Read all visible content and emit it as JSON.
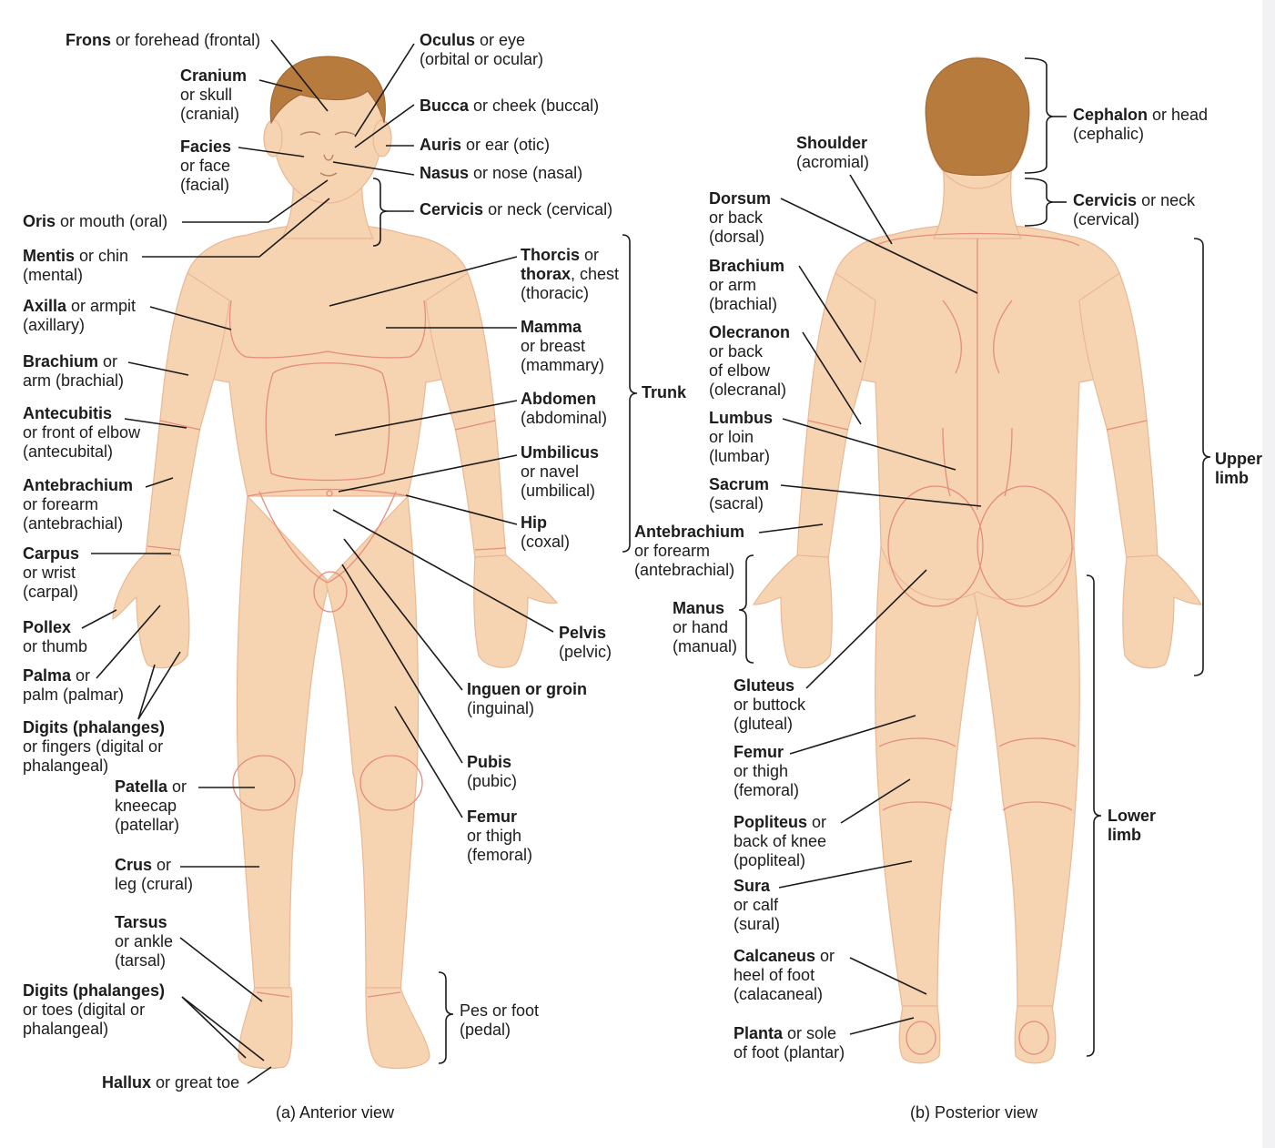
{
  "colors": {
    "skin": "#f6d3b1",
    "skin_dark": "#efc39d",
    "skin_line": "#e58d7c",
    "hair": "#b87b3e",
    "leader": "#1a1a1a",
    "text": "#1c1c1c"
  },
  "captions": {
    "anterior": "(a) Anterior view",
    "posterior": "(b) Posterior view"
  },
  "anterior_labels": [
    {
      "id": "frons",
      "lines": [
        {
          "b": "Frons",
          "t": " or forehead (frontal)"
        }
      ]
    },
    {
      "id": "cranium",
      "lines": [
        {
          "b": "Cranium",
          "t": ""
        },
        {
          "b": "",
          "t": "or skull"
        },
        {
          "b": "",
          "t": "(cranial)"
        }
      ]
    },
    {
      "id": "facies",
      "lines": [
        {
          "b": "Facies",
          "t": ""
        },
        {
          "b": "",
          "t": "or face"
        },
        {
          "b": "",
          "t": "(facial)"
        }
      ]
    },
    {
      "id": "oris",
      "lines": [
        {
          "b": "Oris",
          "t": " or mouth (oral)"
        }
      ]
    },
    {
      "id": "mentis",
      "lines": [
        {
          "b": "Mentis",
          "t": " or chin"
        },
        {
          "b": "",
          "t": "(mental)"
        }
      ]
    },
    {
      "id": "axilla",
      "lines": [
        {
          "b": "Axilla",
          "t": " or armpit"
        },
        {
          "b": "",
          "t": "(axillary)"
        }
      ]
    },
    {
      "id": "brachium-a",
      "lines": [
        {
          "b": "Brachium",
          "t": " or"
        },
        {
          "b": "",
          "t": "arm (brachial)"
        }
      ]
    },
    {
      "id": "antecubitis",
      "lines": [
        {
          "b": "Antecubitis",
          "t": ""
        },
        {
          "b": "",
          "t": "or front of elbow"
        },
        {
          "b": "",
          "t": "(antecubital)"
        }
      ]
    },
    {
      "id": "antebrachium-a",
      "lines": [
        {
          "b": "Antebrachium",
          "t": ""
        },
        {
          "b": "",
          "t": "or forearm"
        },
        {
          "b": "",
          "t": "(antebrachial)"
        }
      ]
    },
    {
      "id": "carpus",
      "lines": [
        {
          "b": "Carpus",
          "t": ""
        },
        {
          "b": "",
          "t": "or wrist"
        },
        {
          "b": "",
          "t": "(carpal)"
        }
      ]
    },
    {
      "id": "pollex",
      "lines": [
        {
          "b": "Pollex",
          "t": ""
        },
        {
          "b": "",
          "t": "or thumb"
        }
      ]
    },
    {
      "id": "palma",
      "lines": [
        {
          "b": "Palma",
          "t": " or"
        },
        {
          "b": "",
          "t": "palm (palmar)"
        }
      ]
    },
    {
      "id": "digits-fingers",
      "lines": [
        {
          "b": "Digits (phalanges)",
          "t": ""
        },
        {
          "b": "",
          "t": "or fingers (digital or"
        },
        {
          "b": "",
          "t": "phalangeal)"
        }
      ]
    },
    {
      "id": "patella",
      "lines": [
        {
          "b": "Patella",
          "t": " or"
        },
        {
          "b": "",
          "t": "kneecap"
        },
        {
          "b": "",
          "t": "(patellar)"
        }
      ]
    },
    {
      "id": "crus",
      "lines": [
        {
          "b": "Crus",
          "t": " or"
        },
        {
          "b": "",
          "t": "leg (crural)"
        }
      ]
    },
    {
      "id": "tarsus",
      "lines": [
        {
          "b": "Tarsus",
          "t": ""
        },
        {
          "b": "",
          "t": "or ankle"
        },
        {
          "b": "",
          "t": "(tarsal)"
        }
      ]
    },
    {
      "id": "digits-toes",
      "lines": [
        {
          "b": "Digits (phalanges)",
          "t": ""
        },
        {
          "b": "",
          "t": "or toes (digital or"
        },
        {
          "b": "",
          "t": "phalangeal)"
        }
      ]
    },
    {
      "id": "hallux",
      "lines": [
        {
          "b": "Hallux",
          "t": " or great toe"
        }
      ]
    },
    {
      "id": "oculus",
      "lines": [
        {
          "b": "Oculus",
          "t": " or eye"
        },
        {
          "b": "",
          "t": "(orbital or ocular)"
        }
      ]
    },
    {
      "id": "bucca",
      "lines": [
        {
          "b": "Bucca",
          "t": " or cheek (buccal)"
        }
      ]
    },
    {
      "id": "auris",
      "lines": [
        {
          "b": "Auris",
          "t": " or ear (otic)"
        }
      ]
    },
    {
      "id": "nasus",
      "lines": [
        {
          "b": "Nasus",
          "t": " or nose (nasal)"
        }
      ]
    },
    {
      "id": "cervicis-a",
      "lines": [
        {
          "b": "Cervicis",
          "t": " or neck (cervical)"
        }
      ]
    },
    {
      "id": "thorcis",
      "lines": [
        {
          "b": "Thorcis",
          "t": " or"
        },
        {
          "b": "thorax",
          "t": ", chest"
        },
        {
          "b": "",
          "t": "(thoracic)"
        }
      ]
    },
    {
      "id": "mamma",
      "lines": [
        {
          "b": "Mamma",
          "t": ""
        },
        {
          "b": "",
          "t": "or breast"
        },
        {
          "b": "",
          "t": "(mammary)"
        }
      ]
    },
    {
      "id": "trunk",
      "lines": [
        {
          "b": "Trunk",
          "t": ""
        }
      ]
    },
    {
      "id": "abdomen",
      "lines": [
        {
          "b": "Abdomen",
          "t": ""
        },
        {
          "b": "",
          "t": "(abdominal)"
        }
      ]
    },
    {
      "id": "umbilicus",
      "lines": [
        {
          "b": "Umbilicus",
          "t": ""
        },
        {
          "b": "",
          "t": "or navel"
        },
        {
          "b": "",
          "t": "(umbilical)"
        }
      ]
    },
    {
      "id": "hip",
      "lines": [
        {
          "b": "Hip",
          "t": ""
        },
        {
          "b": "",
          "t": "(coxal)"
        }
      ]
    },
    {
      "id": "pelvis",
      "lines": [
        {
          "b": "Pelvis",
          "t": ""
        },
        {
          "b": "",
          "t": "(pelvic)"
        }
      ]
    },
    {
      "id": "inguen",
      "lines": [
        {
          "b": "Inguen or groin",
          "t": ""
        },
        {
          "b": "",
          "t": "(inguinal)"
        }
      ]
    },
    {
      "id": "pubis",
      "lines": [
        {
          "b": "Pubis",
          "t": ""
        },
        {
          "b": "",
          "t": "(pubic)"
        }
      ]
    },
    {
      "id": "femur-a",
      "lines": [
        {
          "b": "Femur",
          "t": ""
        },
        {
          "b": "",
          "t": "or thigh"
        },
        {
          "b": "",
          "t": "(femoral)"
        }
      ]
    },
    {
      "id": "pes",
      "lines": [
        {
          "b": "",
          "t": "Pes or foot"
        },
        {
          "b": "",
          "t": "(pedal)"
        }
      ]
    }
  ],
  "posterior_labels": [
    {
      "id": "shoulder",
      "lines": [
        {
          "b": "Shoulder",
          "t": ""
        },
        {
          "b": "",
          "t": "(acromial)"
        }
      ]
    },
    {
      "id": "cephalon",
      "lines": [
        {
          "b": "Cephalon",
          "t": " or head"
        },
        {
          "b": "",
          "t": "(cephalic)"
        }
      ]
    },
    {
      "id": "cervicis-p",
      "lines": [
        {
          "b": "Cervicis",
          "t": " or neck"
        },
        {
          "b": "",
          "t": "(cervical)"
        }
      ]
    },
    {
      "id": "dorsum",
      "lines": [
        {
          "b": "Dorsum",
          "t": ""
        },
        {
          "b": "",
          "t": "or back"
        },
        {
          "b": "",
          "t": "(dorsal)"
        }
      ]
    },
    {
      "id": "brachium-p",
      "lines": [
        {
          "b": "Brachium",
          "t": ""
        },
        {
          "b": "",
          "t": "or arm"
        },
        {
          "b": "",
          "t": "(brachial)"
        }
      ]
    },
    {
      "id": "olecranon",
      "lines": [
        {
          "b": "Olecranon",
          "t": ""
        },
        {
          "b": "",
          "t": "or back"
        },
        {
          "b": "",
          "t": "of elbow"
        },
        {
          "b": "",
          "t": "(olecranal)"
        }
      ]
    },
    {
      "id": "lumbus",
      "lines": [
        {
          "b": "Lumbus",
          "t": ""
        },
        {
          "b": "",
          "t": "or loin"
        },
        {
          "b": "",
          "t": "(lumbar)"
        }
      ]
    },
    {
      "id": "sacrum",
      "lines": [
        {
          "b": "Sacrum",
          "t": ""
        },
        {
          "b": "",
          "t": "(sacral)"
        }
      ]
    },
    {
      "id": "antebrachium-p",
      "lines": [
        {
          "b": "Antebrachium",
          "t": ""
        },
        {
          "b": "",
          "t": "or forearm"
        },
        {
          "b": "",
          "t": "(antebrachial)"
        }
      ]
    },
    {
      "id": "manus",
      "lines": [
        {
          "b": "Manus",
          "t": ""
        },
        {
          "b": "",
          "t": "or hand"
        },
        {
          "b": "",
          "t": "(manual)"
        }
      ]
    },
    {
      "id": "upper-limb",
      "lines": [
        {
          "b": "Upper",
          "t": ""
        },
        {
          "b": "limb",
          "t": ""
        }
      ]
    },
    {
      "id": "gluteus",
      "lines": [
        {
          "b": "Gluteus",
          "t": ""
        },
        {
          "b": "",
          "t": "or buttock"
        },
        {
          "b": "",
          "t": "(gluteal)"
        }
      ]
    },
    {
      "id": "femur-p",
      "lines": [
        {
          "b": "Femur",
          "t": ""
        },
        {
          "b": "",
          "t": "or thigh"
        },
        {
          "b": "",
          "t": "(femoral)"
        }
      ]
    },
    {
      "id": "popliteus",
      "lines": [
        {
          "b": "Popliteus",
          "t": " or"
        },
        {
          "b": "",
          "t": "back of knee"
        },
        {
          "b": "",
          "t": "(popliteal)"
        }
      ]
    },
    {
      "id": "sura",
      "lines": [
        {
          "b": "Sura",
          "t": ""
        },
        {
          "b": "",
          "t": "or calf"
        },
        {
          "b": "",
          "t": "(sural)"
        }
      ]
    },
    {
      "id": "calcaneus",
      "lines": [
        {
          "b": "Calcaneus",
          "t": " or"
        },
        {
          "b": "",
          "t": "heel of foot"
        },
        {
          "b": "",
          "t": "(calacaneal)"
        }
      ]
    },
    {
      "id": "planta",
      "lines": [
        {
          "b": "Planta",
          "t": " or sole"
        },
        {
          "b": "",
          "t": "of foot (plantar)"
        }
      ]
    },
    {
      "id": "lower-limb",
      "lines": [
        {
          "b": "Lower",
          "t": ""
        },
        {
          "b": "limb",
          "t": ""
        }
      ]
    }
  ]
}
